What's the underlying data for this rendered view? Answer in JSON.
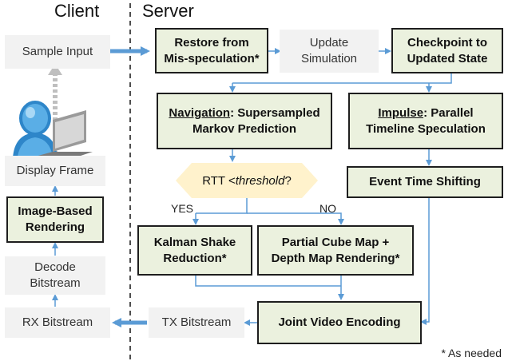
{
  "headings": {
    "client": "Client",
    "server": "Server"
  },
  "client": {
    "sample_input": "Sample Input",
    "display_frame": "Display Frame",
    "image_based_rendering": "Image-Based\nRendering",
    "decode_bitstream": "Decode\nBitstream",
    "rx_bitstream": "RX Bitstream"
  },
  "server": {
    "restore": "Restore from\nMis-speculation*",
    "update_simulation": "Update\nSimulation",
    "checkpoint": "Checkpoint to\nUpdated State",
    "navigation_keyword": "Navigation",
    "navigation_rest": ": Supersampled\nMarkov Prediction",
    "impulse_keyword": "Impulse",
    "impulse_rest": ": Parallel\nTimeline Speculation",
    "event_time_shifting": "Event Time Shifting",
    "decision_prefix": "RTT < ",
    "decision_threshold": "threshold",
    "decision_suffix": "?",
    "yes": "YES",
    "no": "NO",
    "kalman": "Kalman Shake\nReduction*",
    "partial_cube": "Partial Cube Map +\nDepth Map Rendering*",
    "joint_video": "Joint Video Encoding",
    "tx_bitstream": "TX Bitstream"
  },
  "footnote": "* As needed",
  "colors": {
    "accent_green": "#ebf1de",
    "neutral_gray": "#f2f2f2",
    "arrow_blue": "#5b9bd5",
    "decision_fill": "#fff2cc"
  }
}
